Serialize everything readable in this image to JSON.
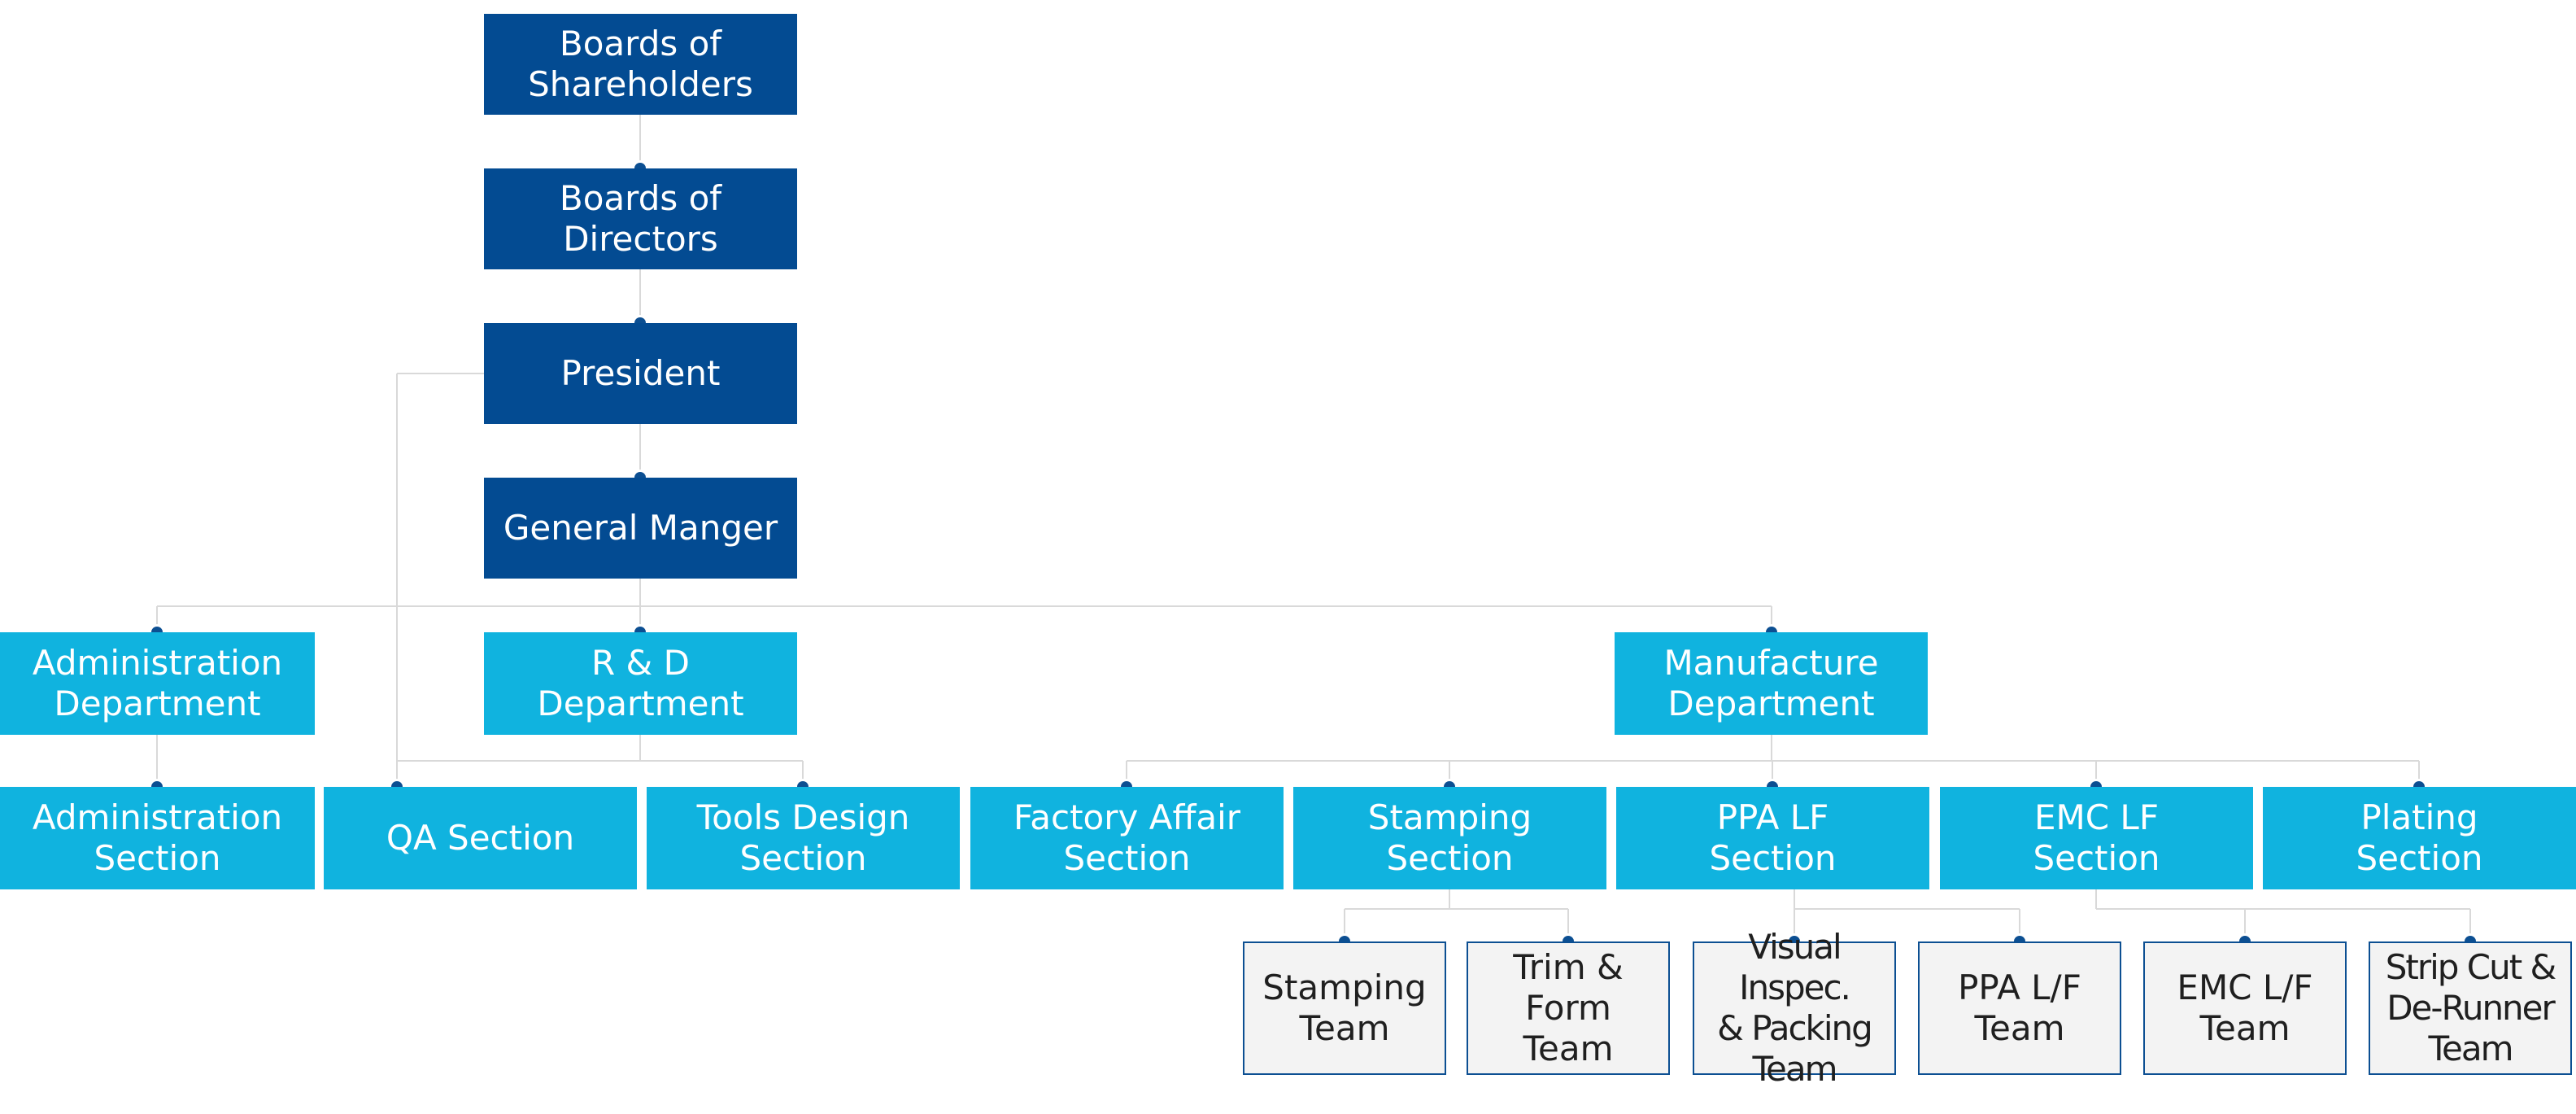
{
  "org_chart": {
    "executive": [
      {
        "id": "shareholders",
        "label": "Boards of\nShareholders"
      },
      {
        "id": "directors",
        "label": "Boards of\nDirectors"
      },
      {
        "id": "president",
        "label": "President"
      },
      {
        "id": "general-manager",
        "label": "General Manger"
      }
    ],
    "departments": [
      {
        "id": "admin-dept",
        "label": "Administration\nDepartment"
      },
      {
        "id": "rnd-dept",
        "label": "R & D\nDepartment"
      },
      {
        "id": "manufacture-dept",
        "label": "Manufacture\nDepartment"
      }
    ],
    "sections": [
      {
        "id": "admin-section",
        "label": "Administration\nSection"
      },
      {
        "id": "qa-section",
        "label": "QA Section"
      },
      {
        "id": "tools-design-section",
        "label": "Tools Design\nSection"
      },
      {
        "id": "factory-affair-section",
        "label": "Factory Affair\nSection"
      },
      {
        "id": "stamping-section",
        "label": "Stamping\nSection"
      },
      {
        "id": "ppa-lf-section",
        "label": "PPA LF\nSection"
      },
      {
        "id": "emc-lf-section",
        "label": "EMC LF\nSection"
      },
      {
        "id": "plating-section",
        "label": "Plating\nSection"
      }
    ],
    "teams": [
      {
        "id": "stamping-team",
        "label": "Stamping\nTeam"
      },
      {
        "id": "trim-form-team",
        "label": "Trim & Form\nTeam"
      },
      {
        "id": "visual-inspec-team",
        "label": "Visual Inspec.\n& Packing\nTeam"
      },
      {
        "id": "ppa-lf-team",
        "label": "PPA L/F\nTeam"
      },
      {
        "id": "emc-lf-team",
        "label": "EMC L/F\nTeam"
      },
      {
        "id": "strip-cut-team",
        "label": "Strip Cut &\nDe-Runner\nTeam"
      }
    ]
  },
  "colors": {
    "executive_fill": "#034b92",
    "department_fill": "#10b3df",
    "team_fill": "#f3f3f3",
    "team_border": "#0c4f92",
    "connector_line": "#d9d9d9",
    "connector_dot": "#0c4f92"
  }
}
